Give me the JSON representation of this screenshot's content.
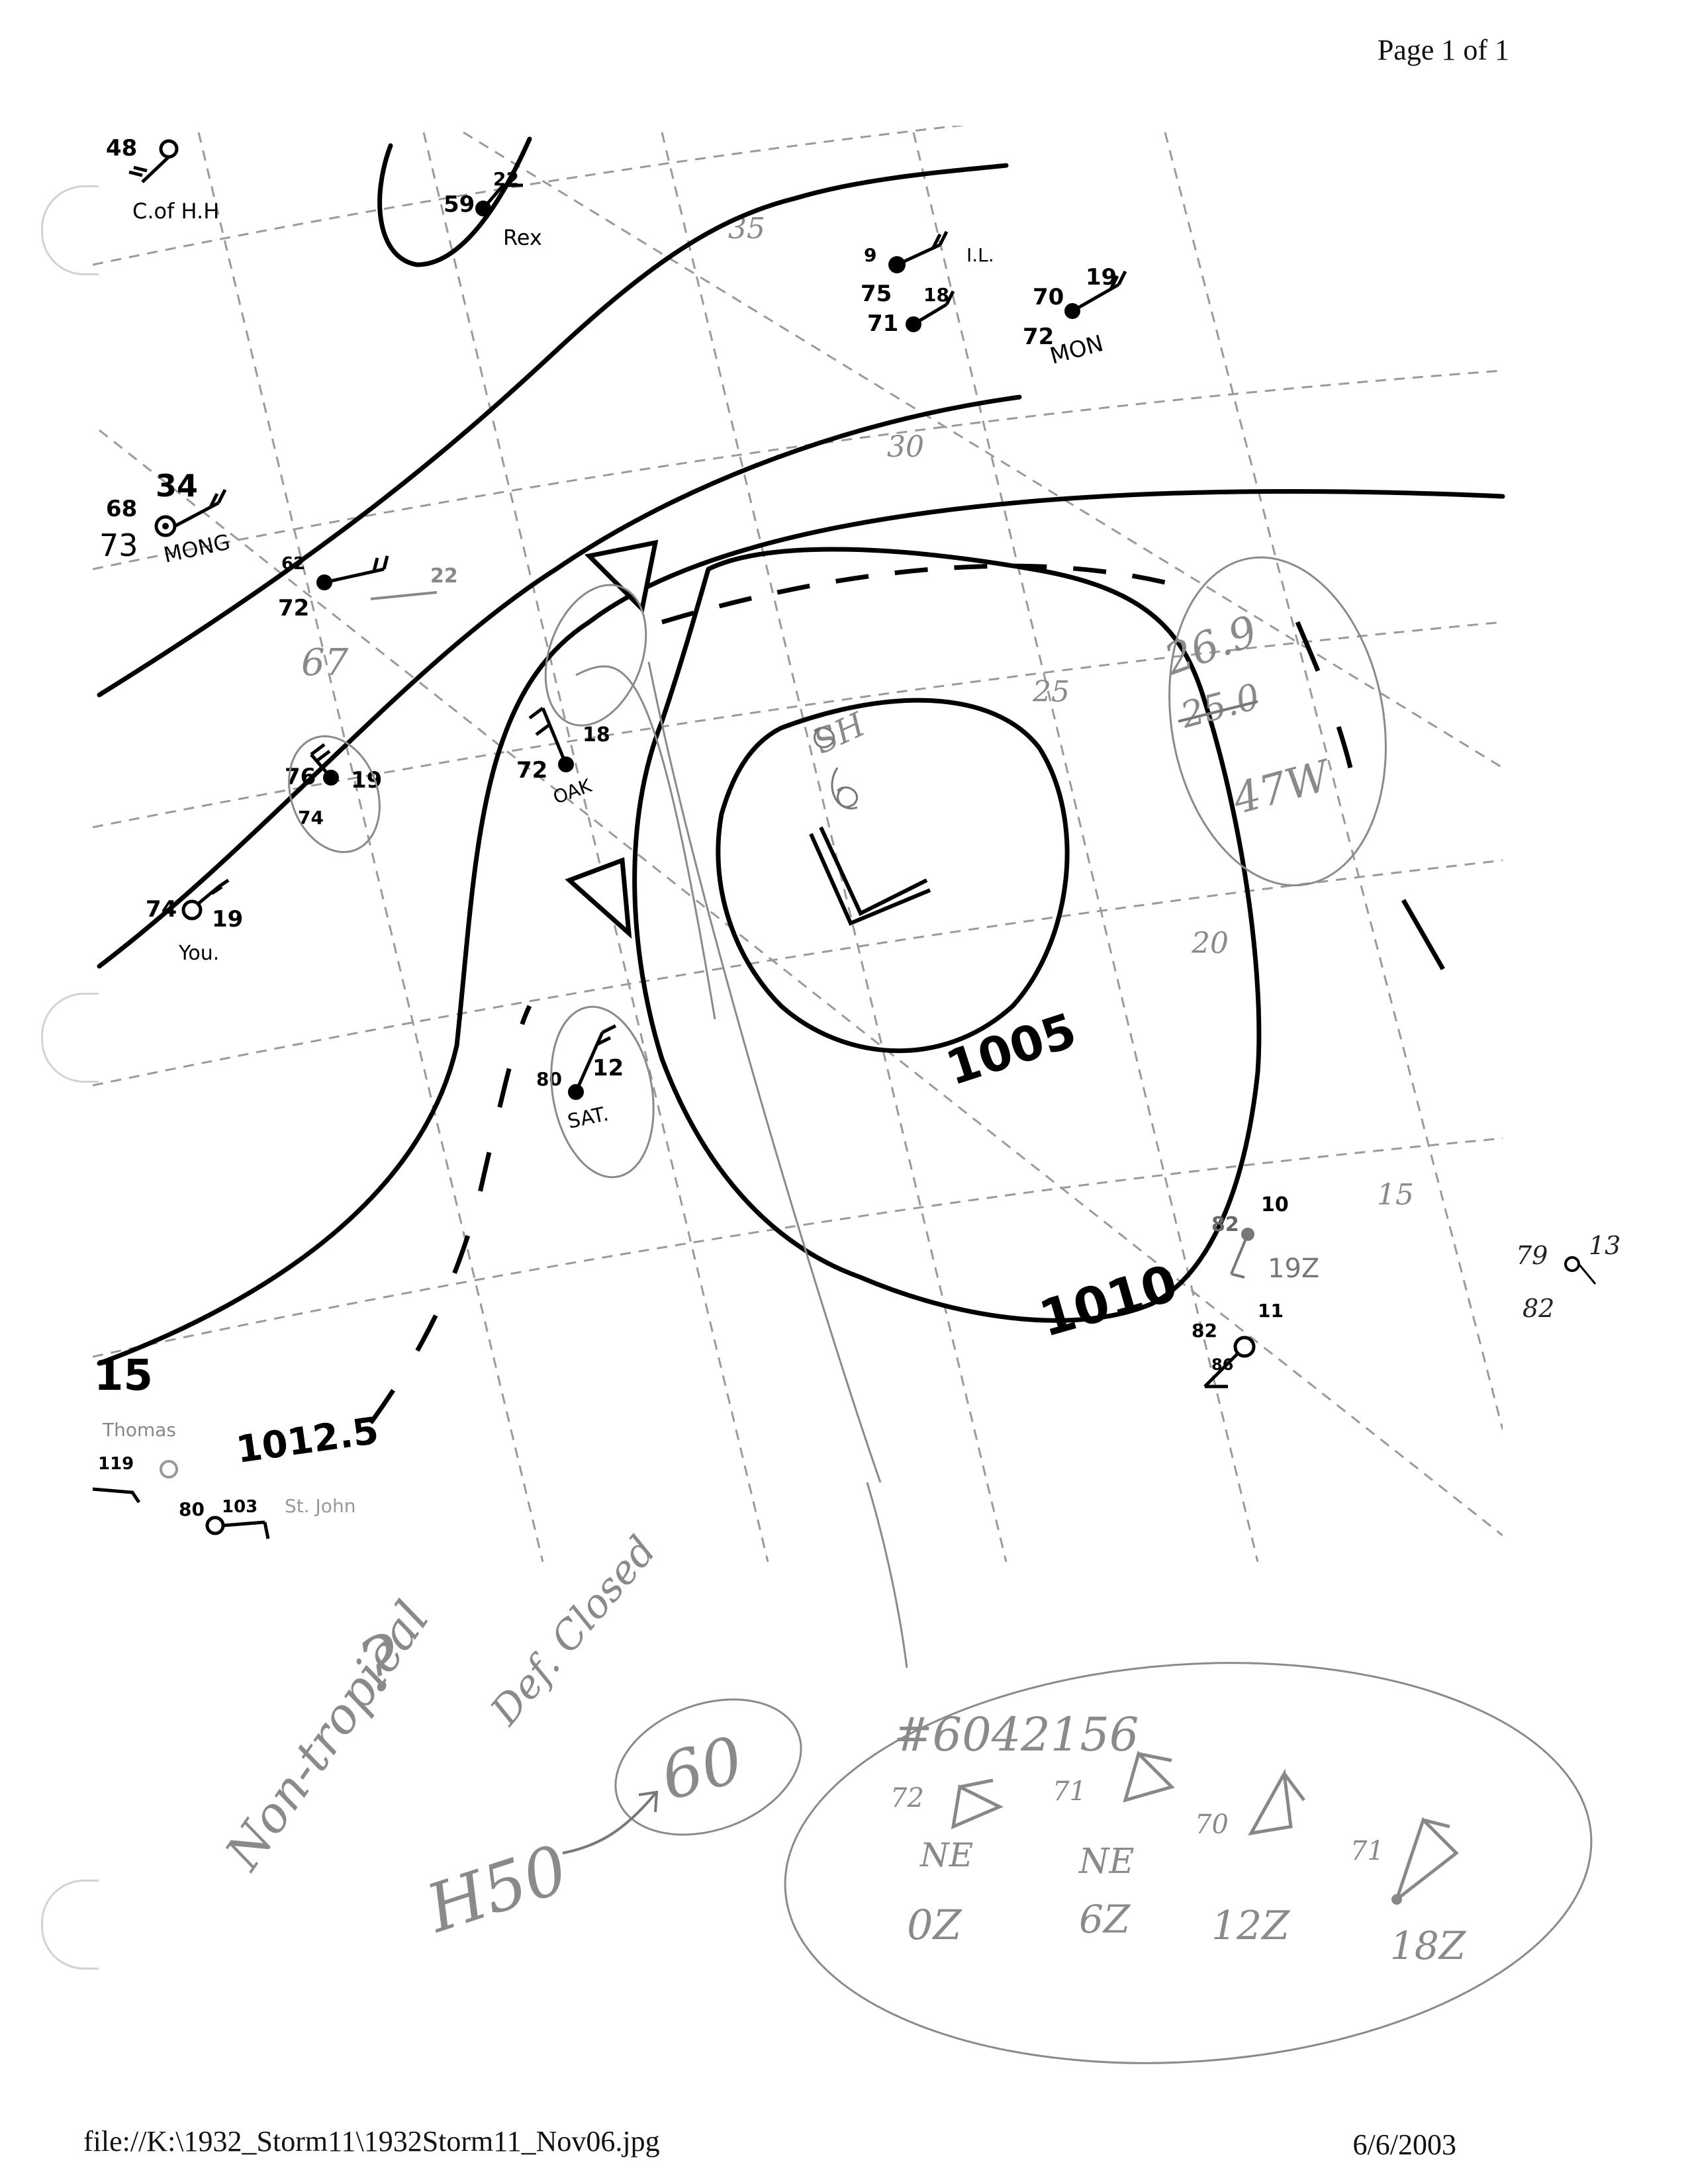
{
  "header": {
    "page_label": "Page 1 of 1"
  },
  "footer": {
    "file_path": "file://K:\\1932_Storm11\\1932Storm11_Nov06.jpg",
    "print_date": "6/6/2003"
  },
  "map": {
    "low_center_symbol": "L",
    "isobar_labels": [
      "1005",
      "1010",
      "1012.5",
      "15"
    ],
    "latitude_labels": [
      "35",
      "30",
      "25",
      "20",
      "15"
    ],
    "stations": [
      {
        "name": "C.of H.H",
        "values": [
          "48"
        ]
      },
      {
        "name": "Rex",
        "values": [
          "59",
          "22"
        ]
      },
      {
        "name": "I.L.",
        "values": [
          "75",
          "18",
          "71",
          "9"
        ]
      },
      {
        "name": "MON",
        "values": [
          "70",
          "19",
          "72"
        ]
      },
      {
        "name": "MONG",
        "values": [
          "68",
          "34",
          "73"
        ]
      },
      {
        "name": "",
        "values": [
          "72",
          "62",
          "22"
        ]
      },
      {
        "name": "OAK",
        "values": [
          "72",
          "18"
        ]
      },
      {
        "name": "",
        "values": [
          "76",
          "19",
          "74"
        ]
      },
      {
        "name": "You.",
        "values": [
          "74",
          "19"
        ]
      },
      {
        "name": "SAT.",
        "values": [
          "80",
          "12"
        ]
      },
      {
        "name": "Thomas",
        "values": [
          "119"
        ]
      },
      {
        "name": "St. John",
        "values": [
          "80",
          "103"
        ]
      }
    ],
    "ship_obs": [
      {
        "values": [
          "82",
          "10",
          "19Z"
        ]
      },
      {
        "values": [
          "82",
          "11",
          "86"
        ]
      },
      {
        "values": [
          "79",
          "13",
          "82"
        ]
      }
    ]
  },
  "annotations": {
    "pencil_temp": "67",
    "position_note": [
      "26.9",
      "25.0",
      "47W"
    ],
    "nontropical": "Non-tropical",
    "question": "?",
    "def_closed": "Def. Closed",
    "h50_label": "H50",
    "h50_value": "60",
    "sh_label": "SH",
    "ship_id": "#6042156",
    "ship_winds": [
      {
        "temp": "72",
        "dir": "NE",
        "time": "0Z"
      },
      {
        "temp": "71",
        "dir": "NE",
        "time": "6Z"
      },
      {
        "temp": "70",
        "dir": "",
        "time": "12Z"
      },
      {
        "temp": "71",
        "dir": "",
        "time": "18Z"
      }
    ]
  }
}
